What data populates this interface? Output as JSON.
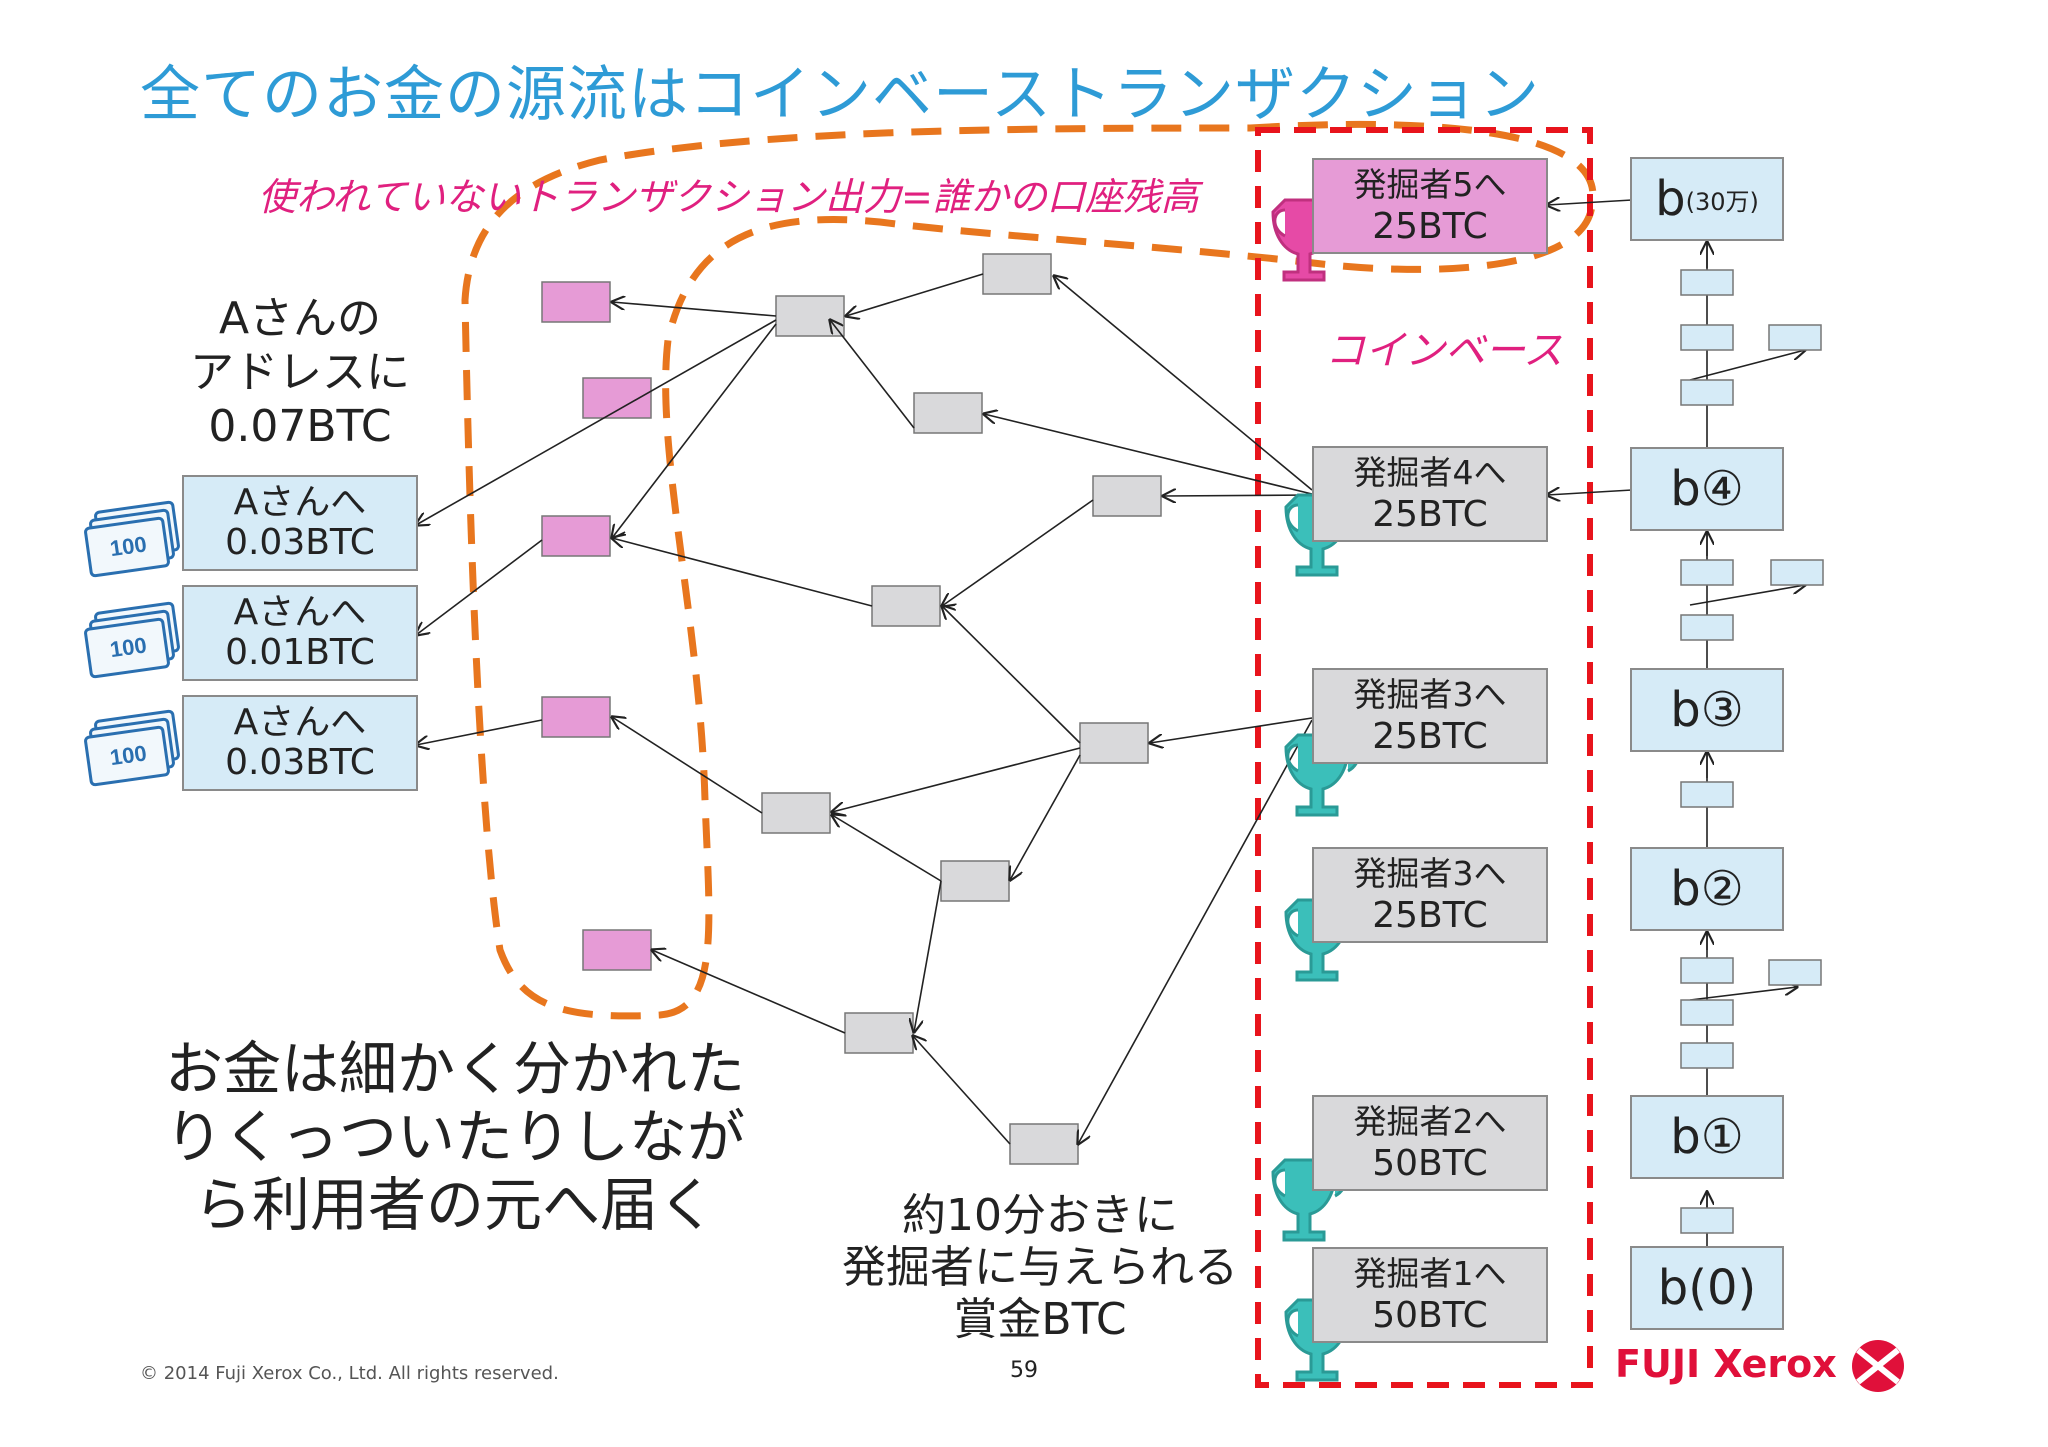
{
  "title": "全てのお金の源流はコインベーストランザクション",
  "unused_label": "使われていないトランザクション出力=誰かの口座残高",
  "coinbase_label": "コインベース",
  "address_note": [
    "Aさんの",
    "アドレスに",
    "0.07BTC"
  ],
  "payments": [
    {
      "line1": "Aさんへ",
      "line2": "0.03BTC",
      "bill": "100"
    },
    {
      "line1": "Aさんへ",
      "line2": "0.01BTC",
      "bill": "100"
    },
    {
      "line1": "Aさんへ",
      "line2": "0.03BTC",
      "bill": "100"
    }
  ],
  "miners": [
    {
      "line1": "発掘者5へ",
      "line2": "25BTC",
      "highlight": true
    },
    {
      "line1": "発掘者4へ",
      "line2": "25BTC",
      "highlight": false
    },
    {
      "line1": "発掘者3へ",
      "line2": "25BTC",
      "highlight": false
    },
    {
      "line1": "発掘者3へ",
      "line2": "25BTC",
      "highlight": false
    },
    {
      "line1": "発掘者2へ",
      "line2": "50BTC",
      "highlight": false
    },
    {
      "line1": "発掘者1へ",
      "line2": "50BTC",
      "highlight": false
    }
  ],
  "blocks": [
    {
      "label": "b",
      "suffix": "(30万)"
    },
    {
      "label": "b④",
      "suffix": ""
    },
    {
      "label": "b③",
      "suffix": ""
    },
    {
      "label": "b②",
      "suffix": ""
    },
    {
      "label": "b①",
      "suffix": ""
    },
    {
      "label": "b(0)",
      "suffix": ""
    }
  ],
  "mid_note": [
    "約10分おきに",
    "発掘者に与えられる",
    "賞金BTC"
  ],
  "big_note": [
    "お金は細かく分かれた",
    "りくっついたりしなが",
    "ら利用者の元へ届く"
  ],
  "copyright": "© 2014 Fuji Xerox Co., Ltd. All rights reserved.",
  "page_number": "59",
  "logo": "FUJI Xerox",
  "colors": {
    "title": "#2e9bd6",
    "accent_pink": "#e0207f",
    "orange_dashed": "#e8761e",
    "red_dashed": "#e8141c",
    "output_pink": "#e69bd6",
    "tx_gray": "#d9d9db",
    "block_blue": "#d6ebf7",
    "trophy_teal": "#3bbfba",
    "trophy_pink": "#e64aa6"
  },
  "icons": {
    "trophy": "trophy-icon",
    "money": "money-stack-icon"
  }
}
